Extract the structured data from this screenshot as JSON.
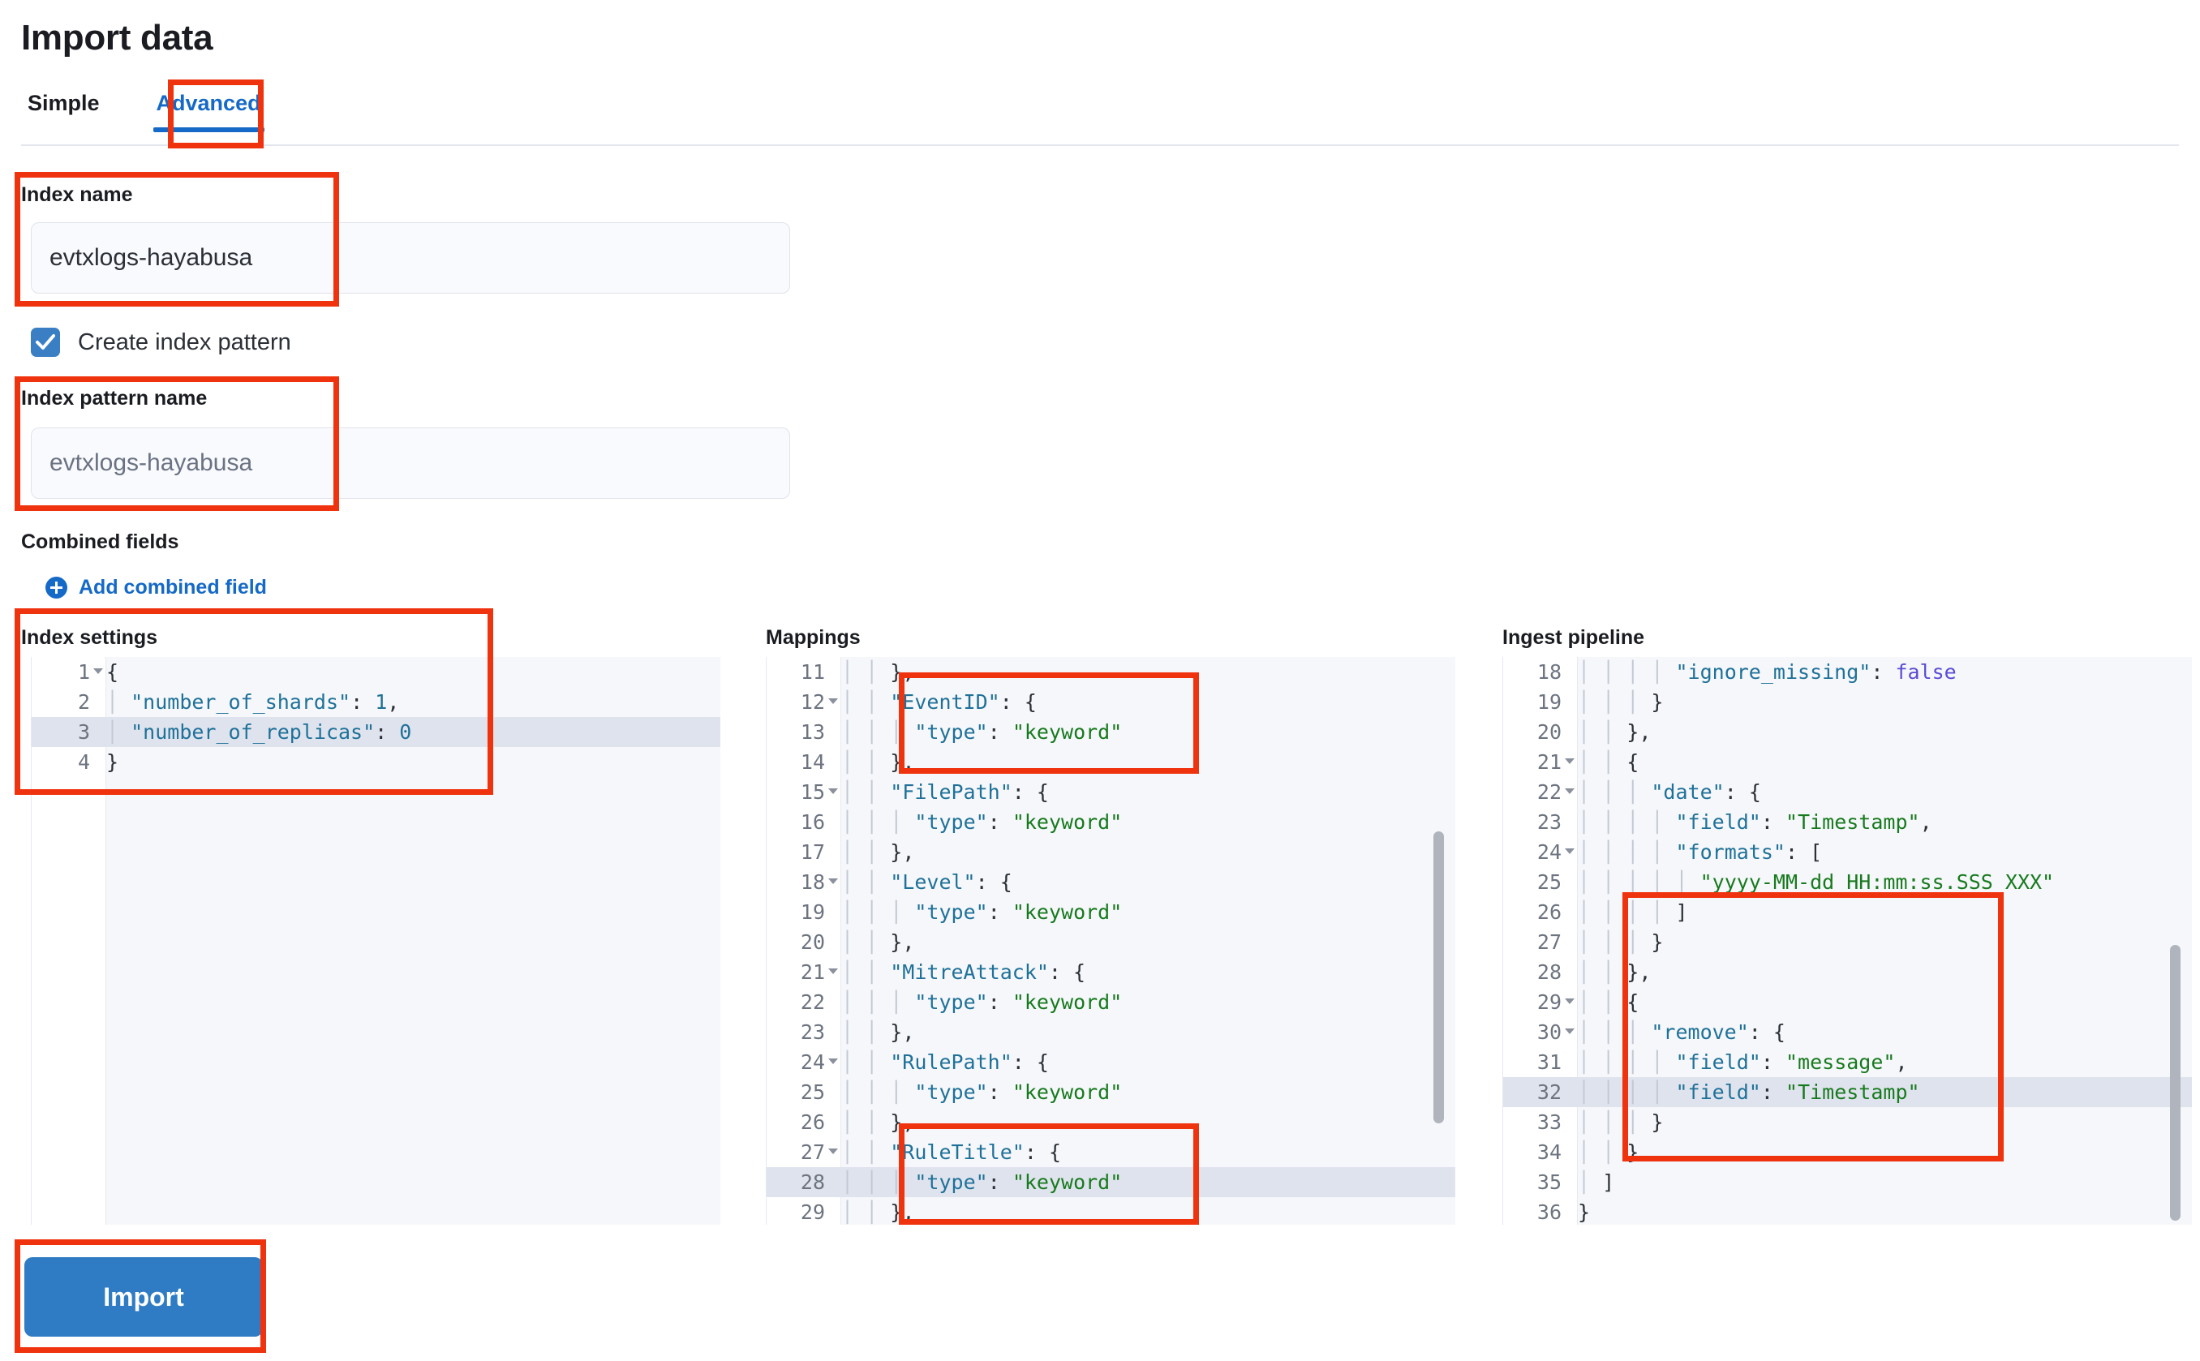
{
  "page": {
    "title": "Import data"
  },
  "tabs": [
    {
      "label": "Simple",
      "active": false
    },
    {
      "label": "Advanced",
      "active": true
    }
  ],
  "form": {
    "index_name_label": "Index name",
    "index_name_value": "evtxlogs-hayabusa",
    "create_index_pattern_label": "Create index pattern",
    "create_index_pattern_checked": true,
    "index_pattern_name_label": "Index pattern name",
    "index_pattern_name_value": "evtxlogs-hayabusa",
    "combined_fields_label": "Combined fields",
    "add_combined_field_label": "Add combined field"
  },
  "panels": {
    "index_settings": {
      "title": "Index settings",
      "lines": [
        {
          "num": "1",
          "fold": true,
          "text": "{"
        },
        {
          "num": "2",
          "fold": false,
          "text": "  \"number_of_shards\": 1,"
        },
        {
          "num": "3",
          "fold": false,
          "text": "  \"number_of_replicas\": 0",
          "highlight": true
        },
        {
          "num": "4",
          "fold": false,
          "text": "}"
        }
      ]
    },
    "mappings": {
      "title": "Mappings",
      "lines": [
        {
          "num": "11",
          "fold": false,
          "text": "    },"
        },
        {
          "num": "12",
          "fold": true,
          "text": "    \"EventID\": {"
        },
        {
          "num": "13",
          "fold": false,
          "text": "      \"type\": \"keyword\""
        },
        {
          "num": "14",
          "fold": false,
          "text": "    },"
        },
        {
          "num": "15",
          "fold": true,
          "text": "    \"FilePath\": {"
        },
        {
          "num": "16",
          "fold": false,
          "text": "      \"type\": \"keyword\""
        },
        {
          "num": "17",
          "fold": false,
          "text": "    },"
        },
        {
          "num": "18",
          "fold": true,
          "text": "    \"Level\": {"
        },
        {
          "num": "19",
          "fold": false,
          "text": "      \"type\": \"keyword\""
        },
        {
          "num": "20",
          "fold": false,
          "text": "    },"
        },
        {
          "num": "21",
          "fold": true,
          "text": "    \"MitreAttack\": {"
        },
        {
          "num": "22",
          "fold": false,
          "text": "      \"type\": \"keyword\""
        },
        {
          "num": "23",
          "fold": false,
          "text": "    },"
        },
        {
          "num": "24",
          "fold": true,
          "text": "    \"RulePath\": {"
        },
        {
          "num": "25",
          "fold": false,
          "text": "      \"type\": \"keyword\""
        },
        {
          "num": "26",
          "fold": false,
          "text": "    },"
        },
        {
          "num": "27",
          "fold": true,
          "text": "    \"RuleTitle\": {"
        },
        {
          "num": "28",
          "fold": false,
          "text": "      \"type\": \"keyword\"",
          "highlight": true
        },
        {
          "num": "29",
          "fold": false,
          "text": "    },"
        }
      ]
    },
    "ingest_pipeline": {
      "title": "Ingest pipeline",
      "lines": [
        {
          "num": "18",
          "fold": false,
          "text": "        \"ignore_missing\": false"
        },
        {
          "num": "19",
          "fold": false,
          "text": "      }"
        },
        {
          "num": "20",
          "fold": false,
          "text": "    },"
        },
        {
          "num": "21",
          "fold": true,
          "text": "    {"
        },
        {
          "num": "22",
          "fold": true,
          "text": "      \"date\": {"
        },
        {
          "num": "23",
          "fold": false,
          "text": "        \"field\": \"Timestamp\","
        },
        {
          "num": "24",
          "fold": true,
          "text": "        \"formats\": ["
        },
        {
          "num": "25",
          "fold": false,
          "text": "          \"yyyy-MM-dd HH:mm:ss.SSS XXX\""
        },
        {
          "num": "26",
          "fold": false,
          "text": "        ]"
        },
        {
          "num": "27",
          "fold": false,
          "text": "      }"
        },
        {
          "num": "28",
          "fold": false,
          "text": "    },"
        },
        {
          "num": "29",
          "fold": true,
          "text": "    {"
        },
        {
          "num": "30",
          "fold": true,
          "text": "      \"remove\": {"
        },
        {
          "num": "31",
          "fold": false,
          "text": "        \"field\": \"message\","
        },
        {
          "num": "32",
          "fold": false,
          "text": "        \"field\": \"Timestamp\"",
          "highlight": true
        },
        {
          "num": "33",
          "fold": false,
          "text": "      }"
        },
        {
          "num": "34",
          "fold": false,
          "text": "    }"
        },
        {
          "num": "35",
          "fold": false,
          "text": "  ]"
        },
        {
          "num": "36",
          "fold": false,
          "text": "}"
        }
      ]
    }
  },
  "actions": {
    "import_label": "Import"
  },
  "colors": {
    "accent_blue": "#1569c7",
    "button_blue": "#2f7cc4",
    "annotation_red": "#f0330f",
    "code_key": "#1f7199",
    "code_string": "#187a1e",
    "code_boolean": "#5b4cd6"
  }
}
